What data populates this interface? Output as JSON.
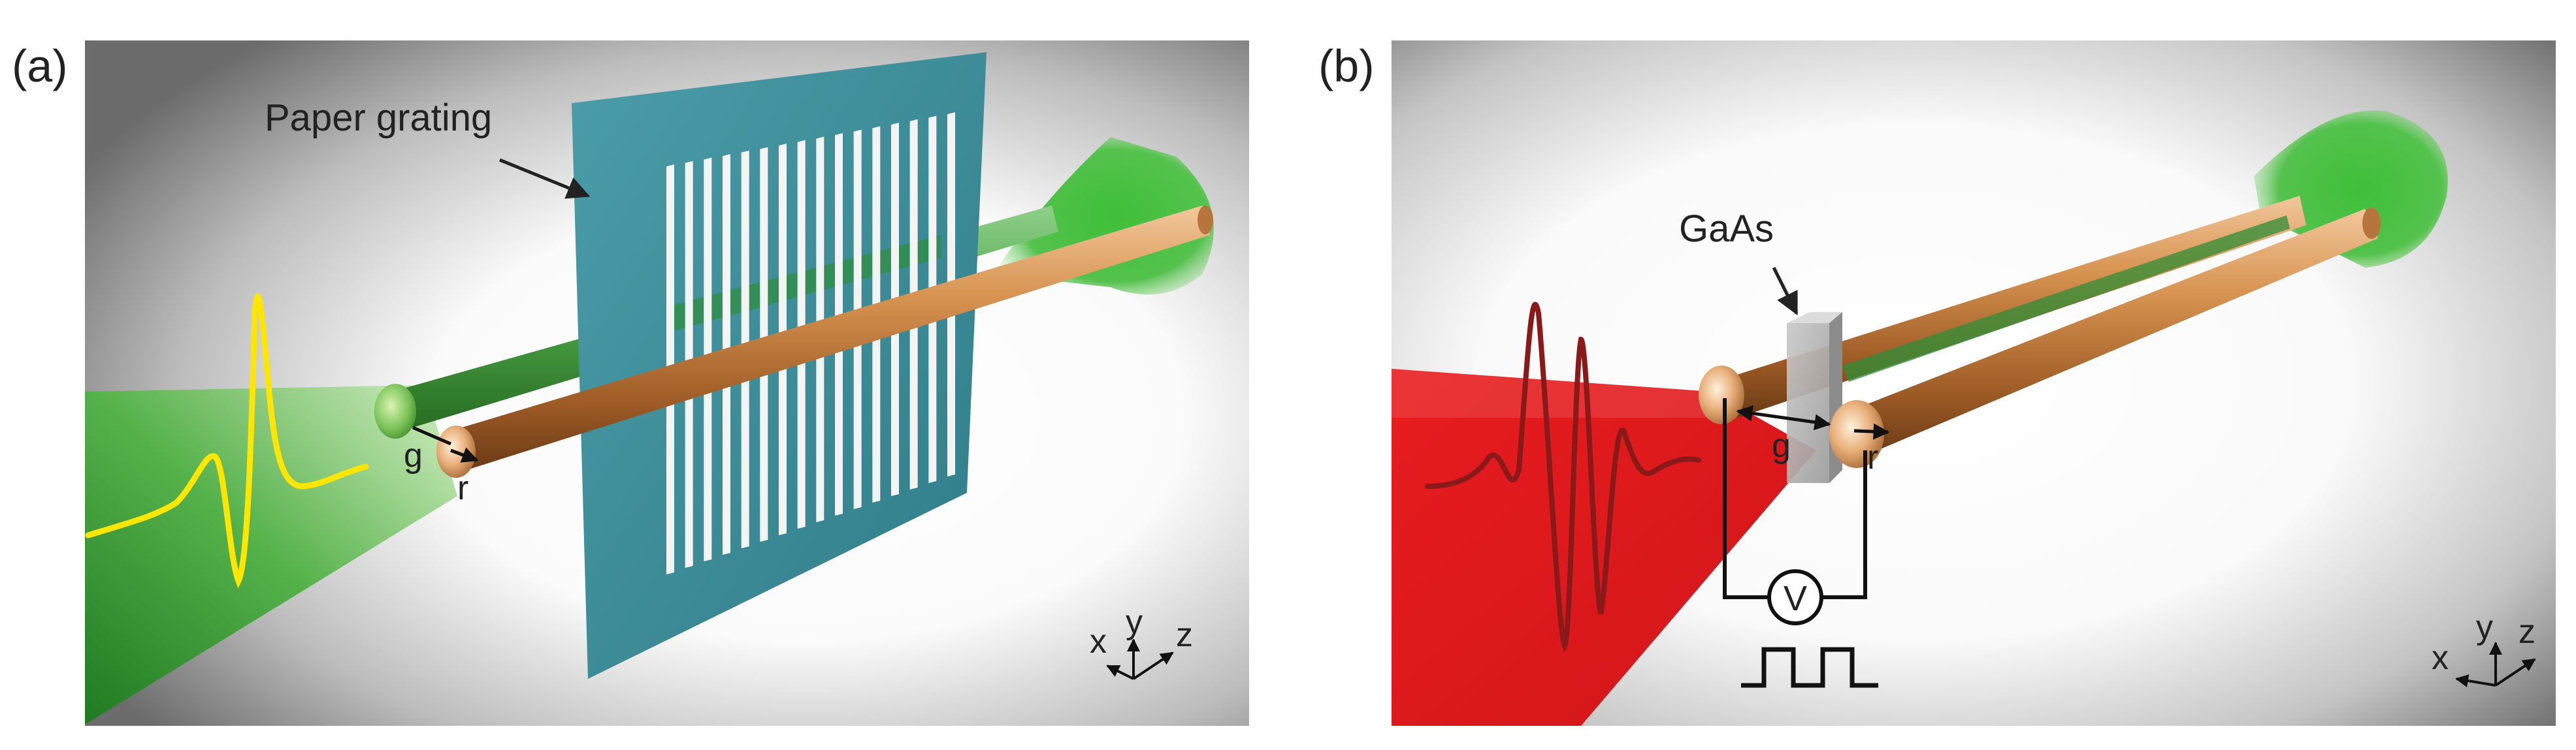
{
  "panels": [
    {
      "id": "a",
      "label": "(a)",
      "annotation": "Paper grating",
      "gap_label": "g",
      "radius_label": "r",
      "axes": {
        "x": "x",
        "y": "y",
        "z": "z"
      }
    },
    {
      "id": "b",
      "label": "(b)",
      "annotation": "GaAs",
      "gap_label": "g",
      "radius_label": "r",
      "voltmeter_label": "V",
      "axes": {
        "x": "x",
        "y": "y",
        "z": "z"
      }
    }
  ],
  "colors": {
    "thz_beam": "#3fae3a",
    "yellow_pulse": "#ffe600",
    "optical_beam": "#e0161b",
    "red_pulse": "#8a1a1a",
    "grating": "#3b8f9c",
    "copper_wire": "#c8864a",
    "gaas": "#bdbdbd"
  }
}
